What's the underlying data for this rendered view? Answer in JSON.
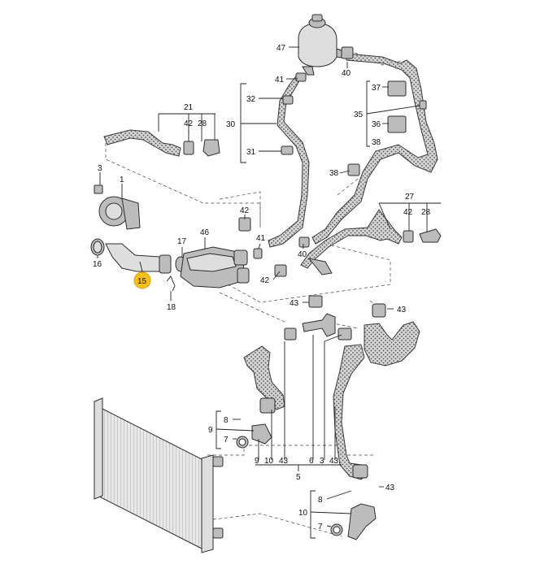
{
  "callouts": [
    {
      "id": "c47",
      "text": "47"
    },
    {
      "id": "c40a",
      "text": "40"
    },
    {
      "id": "c41a",
      "text": "41"
    },
    {
      "id": "c37",
      "text": "37"
    },
    {
      "id": "c35",
      "text": "35"
    },
    {
      "id": "c36",
      "text": "36"
    },
    {
      "id": "c38a",
      "text": "38"
    },
    {
      "id": "c32",
      "text": "32"
    },
    {
      "id": "c30",
      "text": "30"
    },
    {
      "id": "c31",
      "text": "31"
    },
    {
      "id": "c38b",
      "text": "38"
    },
    {
      "id": "c21",
      "text": "21"
    },
    {
      "id": "c42a",
      "text": "42"
    },
    {
      "id": "c28a",
      "text": "28"
    },
    {
      "id": "c3",
      "text": "3"
    },
    {
      "id": "c1",
      "text": "1"
    },
    {
      "id": "c27",
      "text": "27"
    },
    {
      "id": "c42b",
      "text": "42"
    },
    {
      "id": "c28b",
      "text": "28"
    },
    {
      "id": "c42c",
      "text": "42"
    },
    {
      "id": "c17",
      "text": "17"
    },
    {
      "id": "c46",
      "text": "46"
    },
    {
      "id": "c41b",
      "text": "41"
    },
    {
      "id": "c16",
      "text": "16"
    },
    {
      "id": "c40b",
      "text": "40"
    },
    {
      "id": "c15",
      "text": "15"
    },
    {
      "id": "c42d",
      "text": "42"
    },
    {
      "id": "c18",
      "text": "18"
    },
    {
      "id": "c43a",
      "text": "43"
    },
    {
      "id": "c43b",
      "text": "43"
    },
    {
      "id": "c8a",
      "text": "8"
    },
    {
      "id": "c9a",
      "text": "9"
    },
    {
      "id": "c7a",
      "text": "7"
    },
    {
      "id": "c9b",
      "text": "9"
    },
    {
      "id": "c10a",
      "text": "10"
    },
    {
      "id": "c43c",
      "text": "43"
    },
    {
      "id": "c6",
      "text": "6"
    },
    {
      "id": "c3b",
      "text": "3"
    },
    {
      "id": "c43d",
      "text": "43"
    },
    {
      "id": "c5",
      "text": "5"
    },
    {
      "id": "c43e",
      "text": "43"
    },
    {
      "id": "c8b",
      "text": "8"
    },
    {
      "id": "c10b",
      "text": "10"
    },
    {
      "id": "c7b",
      "text": "7"
    }
  ],
  "highlighted_callout": "15",
  "colors": {
    "highlight": "#f5c01c",
    "line": "#222222",
    "part": "#bcbcbc"
  }
}
